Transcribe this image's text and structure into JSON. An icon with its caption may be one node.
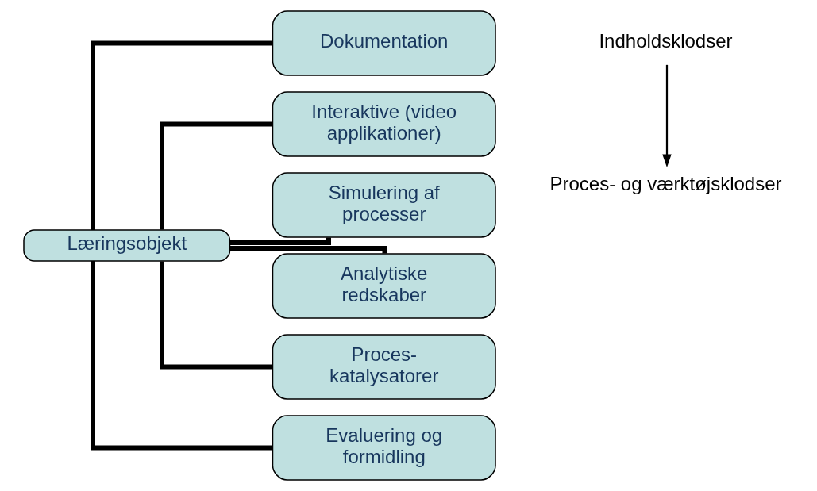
{
  "diagram": {
    "nodes": [
      {
        "text": [
          "Læringsobjekt"
        ]
      },
      {
        "text": [
          "Dokumentation"
        ]
      },
      {
        "text": [
          "Interaktive (video applikationer)"
        ]
      },
      {
        "text": [
          "Simulering af processer"
        ]
      },
      {
        "text": [
          "Analytiske redskaber"
        ]
      },
      {
        "text": [
          "Proces- katalysatorer"
        ]
      },
      {
        "text": [
          "Evaluering og formidling"
        ]
      }
    ],
    "edges": [
      {
        "from": 0,
        "to": 1,
        "arrow": "none"
      },
      {
        "from": 0,
        "to": 2,
        "arrow": "none"
      },
      {
        "from": 0,
        "to": 3,
        "arrow": "none"
      },
      {
        "from": 0,
        "to": 4,
        "arrow": "none"
      },
      {
        "from": 0,
        "to": 5,
        "arrow": "none"
      },
      {
        "from": 0,
        "to": 6,
        "arrow": "none"
      }
    ],
    "labels": [
      "Indholdsklodser",
      "Proces- og værktøjsklodser"
    ]
  }
}
